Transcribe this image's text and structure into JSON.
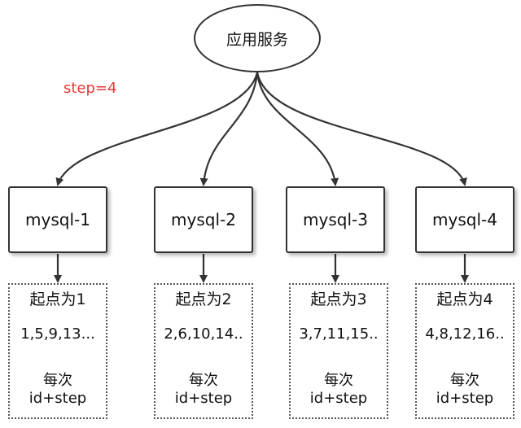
{
  "service": {
    "label": "应用服务"
  },
  "step_label": "step=4",
  "nodes": [
    {
      "name": "mysql-1",
      "start": "起点为1",
      "sequence": "1,5,9,13...",
      "each": "每次",
      "rule": "id+step"
    },
    {
      "name": "mysql-2",
      "start": "起点为2",
      "sequence": "2,6,10,14..",
      "each": "每次",
      "rule": "id+step"
    },
    {
      "name": "mysql-3",
      "start": "起点为3",
      "sequence": "3,7,11,15..",
      "each": "每次",
      "rule": "id+step"
    },
    {
      "name": "mysql-4",
      "start": "起点为4",
      "sequence": "4,8,12,16..",
      "each": "每次",
      "rule": "id+step"
    }
  ],
  "colors": {
    "line": "#333333",
    "accent": "#e53935"
  }
}
